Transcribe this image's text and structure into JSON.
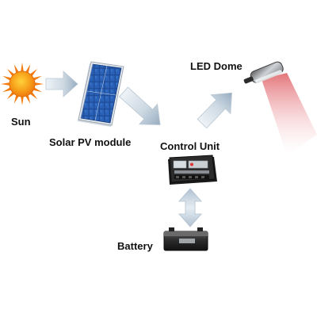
{
  "diagram": {
    "labels": {
      "sun": "Sun",
      "solar_pv_module": "Solar PV module",
      "control_unit": "Control Unit",
      "led_dome": "LED Dome",
      "battery": "Battery"
    },
    "icons": [
      "sun-icon",
      "solar-panel-icon",
      "charge-controller-icon",
      "led-dome-lamp-icon",
      "battery-icon"
    ],
    "connections": [
      {
        "from": "sun",
        "to": "solar_pv_module",
        "direction": "one-way"
      },
      {
        "from": "solar_pv_module",
        "to": "control_unit",
        "direction": "one-way"
      },
      {
        "from": "control_unit",
        "to": "led_dome",
        "direction": "one-way"
      },
      {
        "from": "control_unit",
        "to": "battery",
        "direction": "two-way"
      }
    ],
    "colors": {
      "arrow_light": "#dfe8ef",
      "arrow_dark": "#9fb4c6",
      "sun_core": "#f59a16",
      "sun_rays": "#f47b10",
      "panel_cells": "#1f4f9e",
      "light_beam": "#d9484e",
      "label_text": "#111111"
    }
  }
}
